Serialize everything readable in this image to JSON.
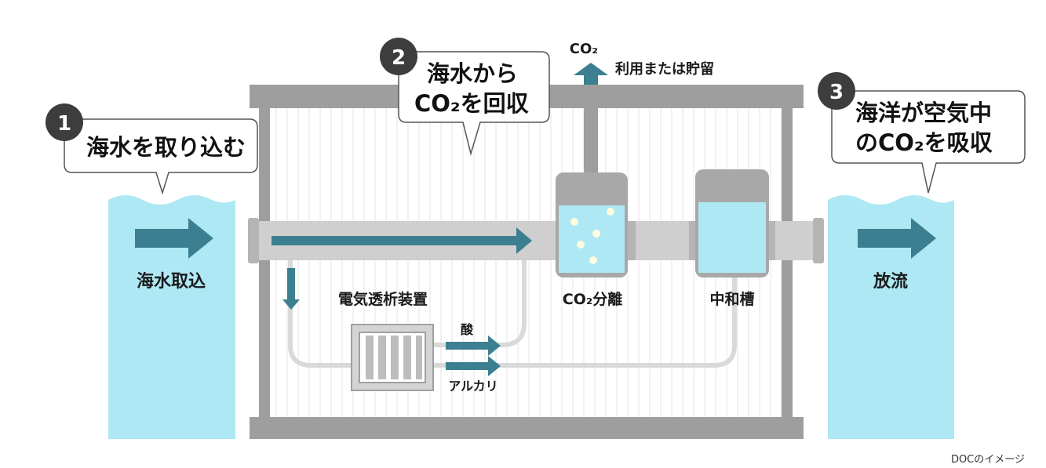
{
  "steps": [
    {
      "number": "1",
      "text_lines": [
        "海水を取り込む"
      ]
    },
    {
      "number": "2",
      "text_lines": [
        "海水から",
        "CO₂を回収"
      ]
    },
    {
      "number": "3",
      "text_lines": [
        "海洋が空気中",
        "のCO₂を吸収"
      ]
    }
  ],
  "labels": {
    "intake": "海水取込",
    "discharge": "放流",
    "electrodialysis": "電気透析装置",
    "co2_separation": "CO₂分離",
    "neutralization": "中和槽",
    "co2_top": "CO₂",
    "utilization": "利用または貯留",
    "acid": "酸",
    "alkali": "アルカリ"
  },
  "caption": "DOCのイメージ",
  "colors": {
    "water": "#aee8f5",
    "arrow": "#3b7f91",
    "pipe": "#cfcfcf",
    "frame": "#9e9e9e",
    "badge": "#3d3d3d",
    "tank_top": "#a8a8a8"
  }
}
